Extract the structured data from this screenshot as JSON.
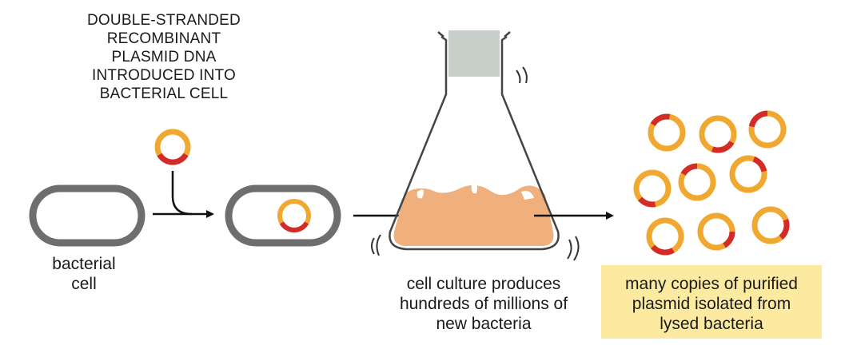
{
  "intro_label": {
    "lines": [
      "DOUBLE-STRANDED",
      "RECOMBINANT",
      "PLASMID DNA",
      "INTRODUCED INTO",
      "BACTERIAL CELL"
    ]
  },
  "cell_label": {
    "lines": [
      "bacterial",
      "cell"
    ]
  },
  "culture_label": {
    "lines": [
      "cell culture produces",
      "hundreds of millions of",
      "new bacteria"
    ]
  },
  "copies_label": {
    "lines": [
      "many copies of purified",
      "plasmid isolated from",
      "lysed bacteria"
    ]
  },
  "colors": {
    "plasmid": "#f0a830",
    "insert": "#d42a2a",
    "cell_wall": "#6e6e6e",
    "medium": "#efb07d",
    "stopper": "#c9cfcb",
    "highlight": "#fbeaa0"
  }
}
